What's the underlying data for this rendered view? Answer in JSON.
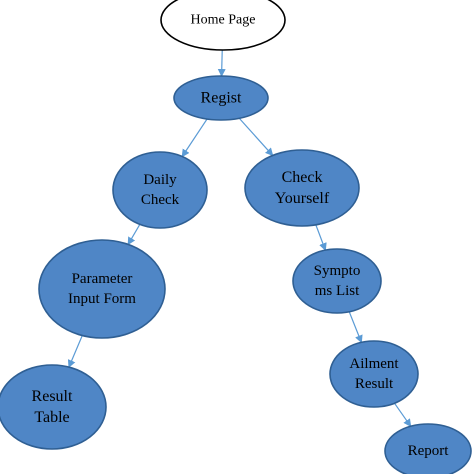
{
  "colors": {
    "node_fill": "#4f86c6",
    "node_stroke": "#2f5f93",
    "root_fill": "#ffffff",
    "root_stroke": "#000000",
    "edge": "#5b9bd5"
  },
  "nodes": {
    "home": [
      "Home Page"
    ],
    "regist": [
      "Regist"
    ],
    "daily": [
      "Daily",
      "Check"
    ],
    "check": [
      "Check",
      "Yourself"
    ],
    "param": [
      "Parameter",
      "Input Form"
    ],
    "symptoms": [
      "Sympto",
      "ms List"
    ],
    "result": [
      "Result",
      "Table"
    ],
    "ailment": [
      "Ailment",
      "Result"
    ],
    "report": [
      "Report"
    ]
  },
  "edges": [
    [
      "home",
      "regist"
    ],
    [
      "regist",
      "daily"
    ],
    [
      "regist",
      "check"
    ],
    [
      "daily",
      "param"
    ],
    [
      "check",
      "symptoms"
    ],
    [
      "param",
      "result"
    ],
    [
      "symptoms",
      "ailment"
    ],
    [
      "ailment",
      "report"
    ]
  ]
}
